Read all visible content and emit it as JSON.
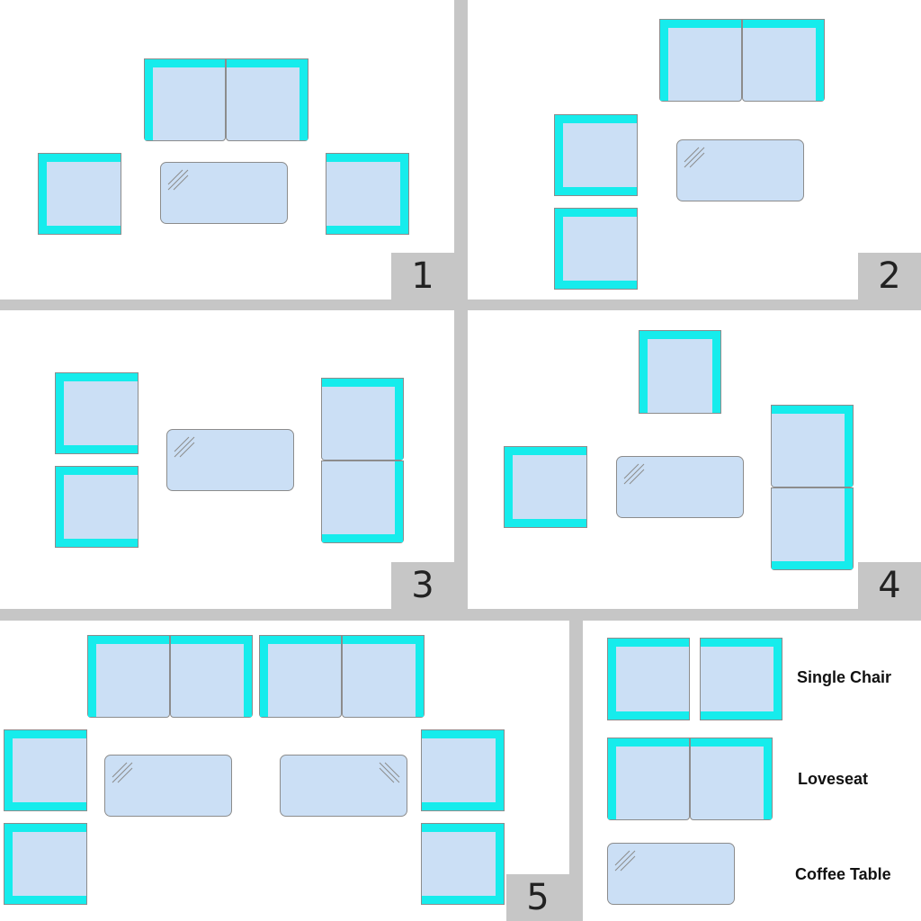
{
  "layouts": [
    {
      "label": "1"
    },
    {
      "label": "2"
    },
    {
      "label": "3"
    },
    {
      "label": "4"
    },
    {
      "label": "5"
    }
  ],
  "legend": {
    "single_chair": "Single Chair",
    "loveseat": "Loveseat",
    "coffee_table": "Coffee Table"
  },
  "colors": {
    "background": "#c6c6c6",
    "panel": "#ffffff",
    "cushion": "#cbdff5",
    "arm_back": "#16ecec",
    "outline": "#8c8c8c"
  }
}
